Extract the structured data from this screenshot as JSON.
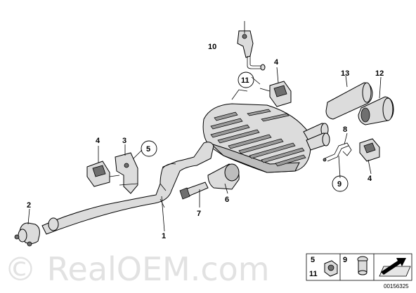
{
  "callouts": [
    {
      "id": "c10",
      "text": "10"
    },
    {
      "id": "c11",
      "text": "11"
    },
    {
      "id": "c4a",
      "text": "4"
    },
    {
      "id": "c13",
      "text": "13"
    },
    {
      "id": "c12",
      "text": "12"
    },
    {
      "id": "c4b",
      "text": "4"
    },
    {
      "id": "c3",
      "text": "3"
    },
    {
      "id": "c5",
      "text": "5"
    },
    {
      "id": "c8",
      "text": "8"
    },
    {
      "id": "c9",
      "text": "9"
    },
    {
      "id": "c4c",
      "text": "4"
    },
    {
      "id": "c2",
      "text": "2"
    },
    {
      "id": "c6",
      "text": "6"
    },
    {
      "id": "c7",
      "text": "7"
    },
    {
      "id": "c1",
      "text": "1"
    }
  ],
  "legend": {
    "n5": "5",
    "n11": "11",
    "n9": "9",
    "code": "00156325"
  },
  "watermark": "© RealOEM.com",
  "colors": {
    "line": "#000000",
    "part": "#dcdcdc",
    "watermark": "#e2e2e2"
  }
}
